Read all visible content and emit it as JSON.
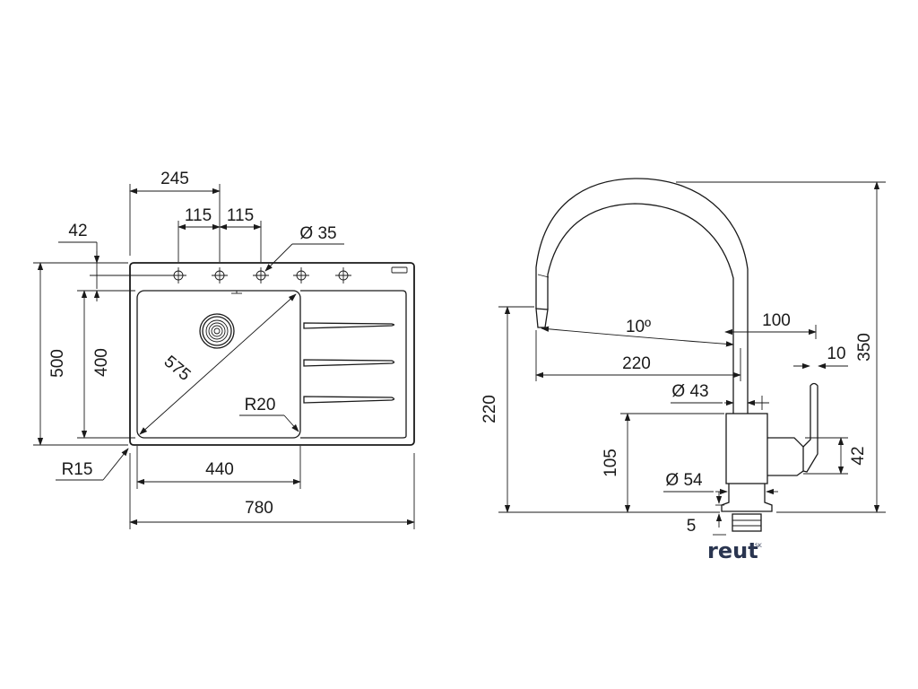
{
  "sink": {
    "dim_245": "245",
    "dim_115_left": "115",
    "dim_115_right": "115",
    "dim_42": "42",
    "dim_hole": "Ø 35",
    "dim_500": "500",
    "dim_400": "400",
    "dim_575": "575",
    "dim_r20": "R20",
    "dim_r15": "R15",
    "dim_440": "440",
    "dim_780": "780"
  },
  "faucet": {
    "dim_angle": "10º",
    "dim_100": "100",
    "dim_10": "10",
    "dim_350": "350",
    "dim_220_reach": "220",
    "dim_220_height": "220",
    "dim_d43": "Ø 43",
    "dim_105": "105",
    "dim_42": "42",
    "dim_d54": "Ø 54",
    "dim_5": "5"
  },
  "brand": {
    "name": "reut",
    "suffix": "SK"
  }
}
